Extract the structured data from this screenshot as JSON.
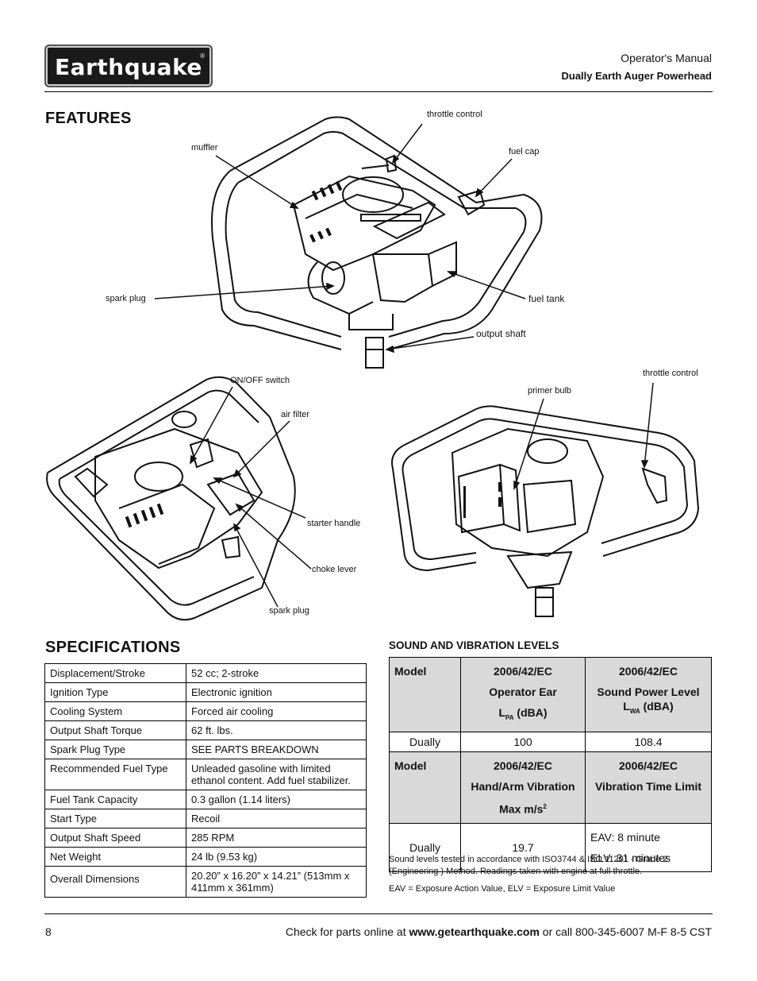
{
  "header": {
    "logo_text": "Earthquake",
    "logo_reg": "®",
    "doc_title": "Operator's Manual",
    "product": "Dually Earth Auger Powerhead"
  },
  "features": {
    "title": "FEATURES",
    "callouts_top": {
      "throttle_control": "throttle control",
      "muffler": "muffler",
      "fuel_cap": "fuel cap",
      "spark_plug": "spark plug",
      "fuel_tank": "fuel tank",
      "output_shaft": "output shaft"
    },
    "callouts_left": {
      "on_off_switch": "ON/OFF switch",
      "air_filter": "air filter",
      "starter_handle": "starter handle",
      "choke_lever": "choke lever",
      "spark_plug": "spark plug"
    },
    "callouts_right": {
      "throttle_control": "throttle control",
      "primer_bulb": "primer bulb"
    }
  },
  "specifications": {
    "title": "SPECIFICATIONS",
    "rows": [
      {
        "k": "Displacement/Stroke",
        "v": "52 cc; 2-stroke"
      },
      {
        "k": "Ignition Type",
        "v": "Electronic ignition"
      },
      {
        "k": "Cooling System",
        "v": "Forced air cooling"
      },
      {
        "k": "Output Shaft Torque",
        "v": "62 ft. lbs."
      },
      {
        "k": "Spark Plug Type",
        "v": "SEE PARTS BREAKDOWN"
      },
      {
        "k": "Recommended Fuel Type",
        "v": "Unleaded gasoline with limited ethanol content.  Add fuel stabilizer."
      },
      {
        "k": "Fuel Tank Capacity",
        "v": "0.3 gallon (1.14 liters)"
      },
      {
        "k": "Start Type",
        "v": "Recoil"
      },
      {
        "k": "Output Shaft Speed",
        "v": "285 RPM"
      },
      {
        "k": "Net Weight",
        "v": "24 lb (9.53 kg)"
      },
      {
        "k": "Overall Dimensions",
        "v": "20.20” x 16.20” x 14.21” (513mm x 411mm x 361mm)"
      }
    ]
  },
  "sound": {
    "title": "SOUND AND VIBRATION LEVELS",
    "t1": {
      "h_model": "Model",
      "h2_l1": "2006/42/EC",
      "h2_l2": "Operator Ear",
      "h2_l3a": "L",
      "h2_l3sub": "PA",
      "h2_l3b": " (dBA)",
      "h3_l1": "2006/42/EC",
      "h3_l2": "Sound Power Level",
      "h3_l3a": "L",
      "h3_l3sub": "WA",
      "h3_l3b": " (dBA)",
      "model": "Dually",
      "v1": "100",
      "v2": "108.4"
    },
    "t2": {
      "h_model": "Model",
      "h2_l1": "2006/42/EC",
      "h2_l2": "Hand/Arm Vibration",
      "h2_l3": "Max m/s",
      "h2_sup": "2",
      "h3_l1": "2006/42/EC",
      "h3_l2": "Vibration Time Limit",
      "model": "Dually",
      "v1": "19.7",
      "v2a": "EAV:  8 minute",
      "v2b": "ELV:  31 minutes"
    },
    "note1": "Sound levels tested in accordance with ISO3744 & ISO 11201 - Grade 2 (Engineering ) Method.  Readings taken with engine at full throttle.",
    "note2": "EAV = Exposure Action Value, ELV = Exposure Limit Value"
  },
  "footer": {
    "page": "8",
    "text_a": "Check for parts online at ",
    "url": "www.getearthquake.com",
    "text_b": " or call 800-345-6007 M-F 8-5 CST"
  }
}
